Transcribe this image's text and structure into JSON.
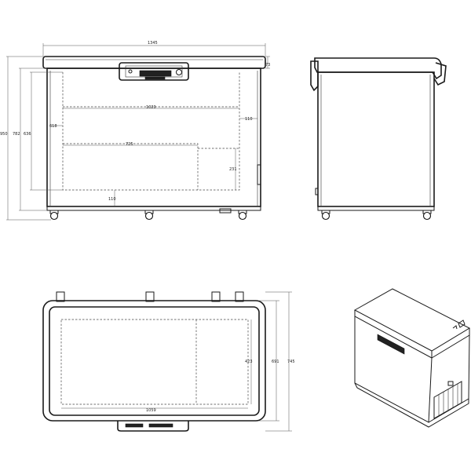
{
  "dimensions": {
    "front_total_width": "1345",
    "front_lid_thickness": "73",
    "front_total_height": "950",
    "front_body_height": "782",
    "front_inner_height": "636",
    "front_left_wall": "618",
    "front_inner_width": "1020",
    "front_right_wall": "110",
    "front_basket_width": "725",
    "front_basket_height": "231",
    "front_bottom": "110",
    "top_lid_depth": "423",
    "top_body_depth": "691",
    "top_total_depth": "745",
    "top_inner_width": "1059"
  }
}
